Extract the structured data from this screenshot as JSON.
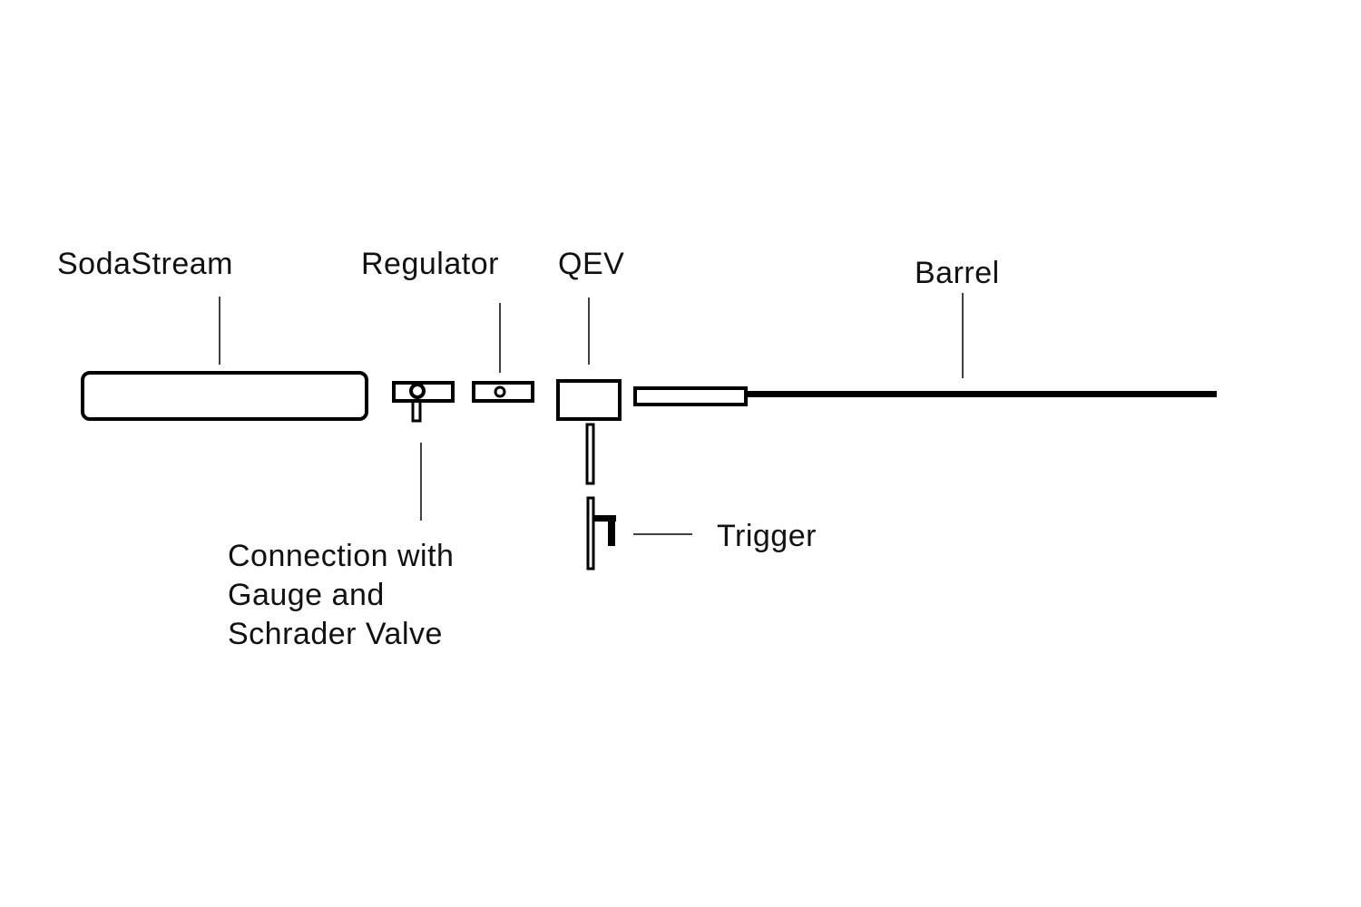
{
  "diagram": {
    "title": "Pneumatic launcher component layout",
    "colors": {
      "stroke": "#000000",
      "background": "#ffffff",
      "text": "#111111"
    },
    "labels": {
      "sodastream": "SodaStream",
      "regulator": "Regulator",
      "qev": "QEV",
      "barrel": "Barrel",
      "trigger": "Trigger",
      "connection": [
        "Connection with",
        "Gauge and",
        "Schrader Valve"
      ]
    },
    "components": [
      {
        "id": "sodastream",
        "name": "SodaStream",
        "shape": "rounded-rectangle"
      },
      {
        "id": "connection",
        "name": "Connection with Gauge and Schrader Valve",
        "shape": "rectangle-with-port-and-stem"
      },
      {
        "id": "regulator",
        "name": "Regulator",
        "shape": "rectangle-with-port"
      },
      {
        "id": "qev",
        "name": "QEV",
        "shape": "box"
      },
      {
        "id": "barrel",
        "name": "Barrel",
        "shape": "tube-with-long-line"
      },
      {
        "id": "trigger",
        "name": "Trigger",
        "shape": "lever"
      }
    ]
  }
}
